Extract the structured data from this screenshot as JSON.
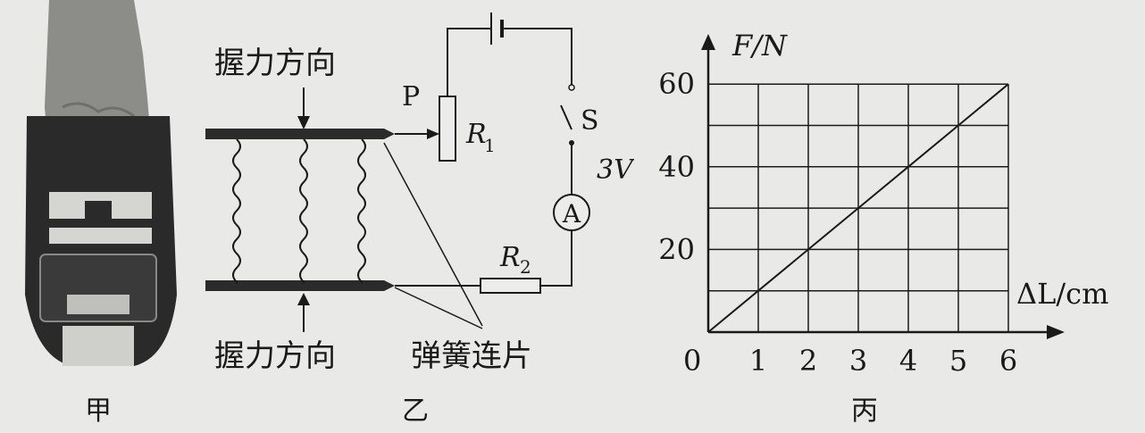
{
  "panels": {
    "jia": {
      "caption": "甲"
    },
    "yi": {
      "caption": "乙",
      "grip_top": "握力方向",
      "grip_bottom": "握力方向",
      "spring_label": "弹簧连片",
      "p_label": "P",
      "r1_label": "R",
      "r1_sub": "1",
      "r2_label": "R",
      "r2_sub": "2",
      "switch_label": "S",
      "ammeter_label": "A",
      "handwritten_note": "3V"
    },
    "bing": {
      "caption": "丙",
      "y_axis_label": "F/N",
      "x_axis_label": "ΔL/cm"
    }
  },
  "chart_data": {
    "type": "line",
    "x": [
      0,
      1,
      2,
      3,
      4,
      5,
      6
    ],
    "y": [
      0,
      10,
      20,
      30,
      40,
      50,
      60
    ],
    "xlabel": "ΔL/cm",
    "ylabel": "F/N",
    "xlim": [
      0,
      6
    ],
    "ylim": [
      0,
      60
    ],
    "x_ticks": [
      "0",
      "1",
      "2",
      "3",
      "4",
      "5",
      "6"
    ],
    "y_ticks": [
      "20",
      "40",
      "60"
    ],
    "origin_label": "0",
    "grid": true
  },
  "colors": {
    "background": "#e9e9e7",
    "ink": "#1a1a1a",
    "plate": "#2b2b2b",
    "device": "#2a2a2a",
    "hand": "#8c8c88"
  }
}
